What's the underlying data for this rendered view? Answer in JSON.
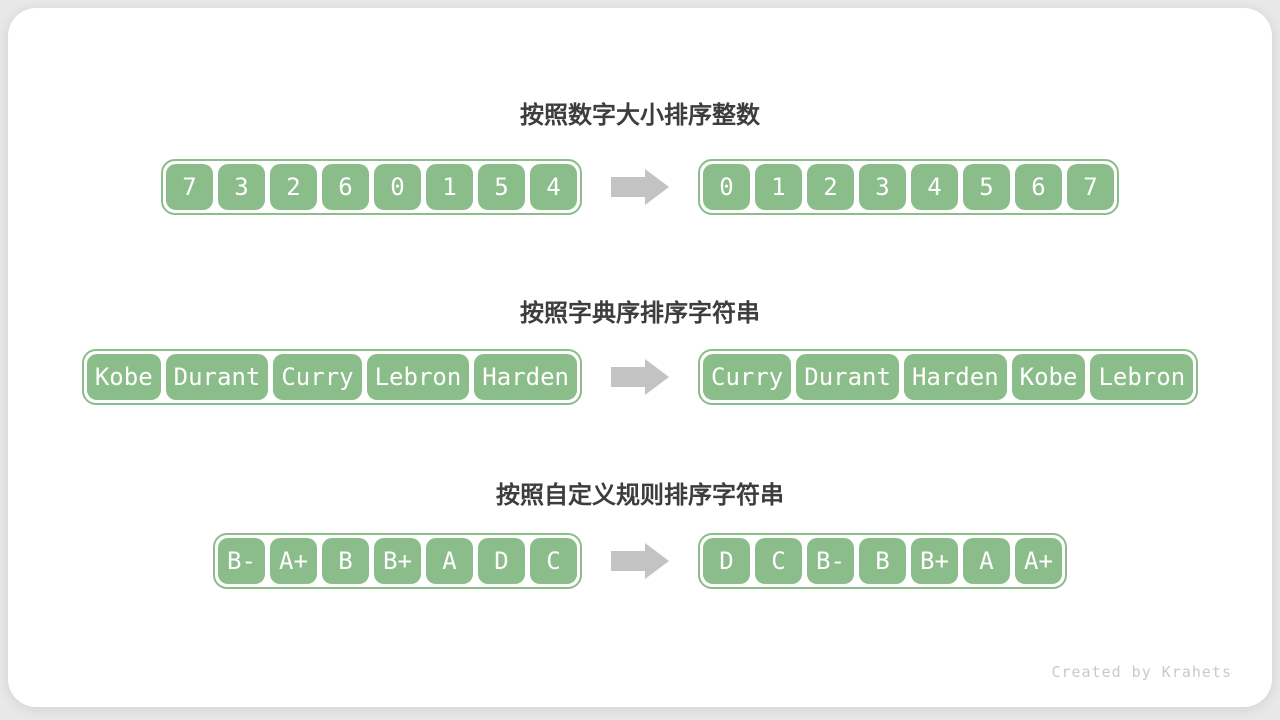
{
  "colors": {
    "box_green": "#8abd8a",
    "arrow_gray": "#c3c3c3",
    "title_text": "#3d3d3d",
    "cell_text": "#ffffff",
    "page_background": "#e8e8e8",
    "card_background": "#ffffff",
    "watermark_text": "#c9c9c9"
  },
  "sections": [
    {
      "title": "按照数字大小排序整数",
      "before": [
        "7",
        "3",
        "2",
        "6",
        "0",
        "1",
        "5",
        "4"
      ],
      "after": [
        "0",
        "1",
        "2",
        "3",
        "4",
        "5",
        "6",
        "7"
      ]
    },
    {
      "title": "按照字典序排序字符串",
      "before": [
        "Kobe",
        "Durant",
        "Curry",
        "Lebron",
        "Harden"
      ],
      "after": [
        "Curry",
        "Durant",
        "Harden",
        "Kobe",
        "Lebron"
      ]
    },
    {
      "title": "按照自定义规则排序字符串",
      "before": [
        "B-",
        "A+",
        "B",
        "B+",
        "A",
        "D",
        "C"
      ],
      "after": [
        "D",
        "C",
        "B-",
        "B",
        "B+",
        "A",
        "A+"
      ]
    }
  ],
  "watermark": "Created by Krahets"
}
